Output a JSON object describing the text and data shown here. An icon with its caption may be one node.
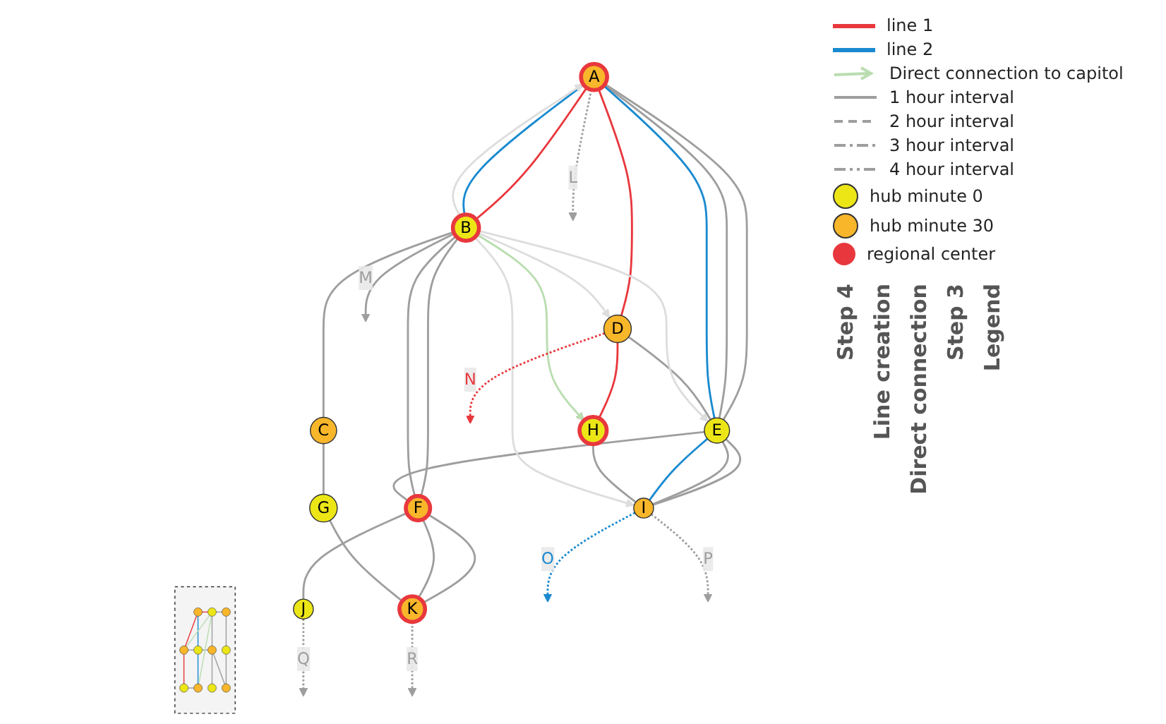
{
  "diagram": {
    "nodes": [
      {
        "text": [
          "A"
        ]
      },
      {
        "text": [
          "B"
        ]
      },
      {
        "text": [
          "C"
        ]
      },
      {
        "text": [
          "D"
        ]
      },
      {
        "text": [
          "E"
        ]
      },
      {
        "text": [
          "F"
        ]
      },
      {
        "text": [
          "G"
        ]
      },
      {
        "text": [
          "H"
        ]
      },
      {
        "text": [
          "I"
        ]
      },
      {
        "text": [
          "J"
        ]
      },
      {
        "text": [
          "K"
        ]
      },
      {
        "text": [],
        "shape": "picture"
      }
    ],
    "edges": [
      {
        "from": 0,
        "to": 1,
        "arrow": "none",
        "color": "#e8383d"
      },
      {
        "from": 0,
        "to": 1,
        "arrow": "none",
        "color": "#1a8ad0"
      },
      {
        "from": 0,
        "to": 3,
        "arrow": "none",
        "color": "#e8383d"
      },
      {
        "from": 3,
        "to": 7,
        "arrow": "none",
        "color": "#e8383d"
      },
      {
        "from": 0,
        "to": 4,
        "arrow": "none"
      },
      {
        "from": 0,
        "to": 4,
        "arrow": "none"
      },
      {
        "from": 0,
        "to": 4,
        "arrow": "none",
        "color": "#1a8ad0"
      },
      {
        "from": 4,
        "to": 8,
        "arrow": "none"
      },
      {
        "from": 4,
        "to": 8,
        "arrow": "none"
      },
      {
        "from": 4,
        "to": 8,
        "arrow": "none",
        "color": "#1a8ad0"
      },
      {
        "from": 1,
        "to": 2,
        "arrow": "none"
      },
      {
        "from": 1,
        "to": 5,
        "arrow": "none"
      },
      {
        "from": 1,
        "to": 5,
        "arrow": "none"
      },
      {
        "from": 2,
        "to": 6,
        "arrow": "none"
      },
      {
        "from": 3,
        "to": 4,
        "arrow": "none"
      },
      {
        "from": 4,
        "to": 5,
        "arrow": "none"
      },
      {
        "from": 5,
        "to": 9,
        "arrow": "none"
      },
      {
        "from": 5,
        "to": 10,
        "arrow": "none"
      },
      {
        "from": 5,
        "to": 10,
        "arrow": "none"
      },
      {
        "from": 6,
        "to": 10,
        "arrow": "none"
      },
      {
        "from": 7,
        "to": 8,
        "arrow": "none"
      },
      {
        "from": 1,
        "to": 0,
        "arrow": "to",
        "color": "#dddddd"
      },
      {
        "from": 1,
        "to": 3,
        "arrow": "to",
        "color": "#dddddd"
      },
      {
        "from": 1,
        "to": 4,
        "arrow": "to",
        "color": "#dddddd"
      },
      {
        "from": 1,
        "to": 8,
        "arrow": "to",
        "color": "#dddddd"
      },
      {
        "from": 1,
        "to": 7,
        "arrow": "to",
        "color": "#b9ddb0"
      },
      {
        "from": 0,
        "to": null,
        "arrow": "to",
        "label": "L",
        "style": "dashed"
      },
      {
        "from": 1,
        "to": null,
        "arrow": "to",
        "label": "M"
      },
      {
        "from": 3,
        "to": null,
        "arrow": "to",
        "label": "N",
        "style": "dashed",
        "color": "#e8383d"
      },
      {
        "from": 8,
        "to": null,
        "arrow": "to",
        "label": "O",
        "style": "dashed",
        "color": "#1a8ad0"
      },
      {
        "from": 8,
        "to": null,
        "arrow": "to",
        "label": "P",
        "style": "dashed"
      },
      {
        "from": 9,
        "to": null,
        "arrow": "to",
        "label": "Q",
        "style": "dashed"
      },
      {
        "from": 10,
        "to": null,
        "arrow": "to",
        "label": "R",
        "style": "dashed"
      }
    ],
    "labels": [
      "Step 4",
      "Line creation",
      "Direct connection",
      "Step 3",
      "Legend"
    ],
    "legend": [
      {
        "text": "line 1",
        "color": "#e8383d"
      },
      {
        "text": "line 2",
        "color": "#1a8ad0"
      },
      {
        "text": "Direct connection to capitol"
      },
      {
        "text": "1 hour interval"
      },
      {
        "text": "2 hour interval"
      },
      {
        "text": "3 hour interval"
      },
      {
        "text": "4 hour interval"
      },
      {
        "text": "hub minute 0",
        "color": "#ece617"
      },
      {
        "text": "hub minute 30",
        "color": "#f8b62a"
      },
      {
        "text": "regional center",
        "color": "#e8383d"
      }
    ]
  }
}
